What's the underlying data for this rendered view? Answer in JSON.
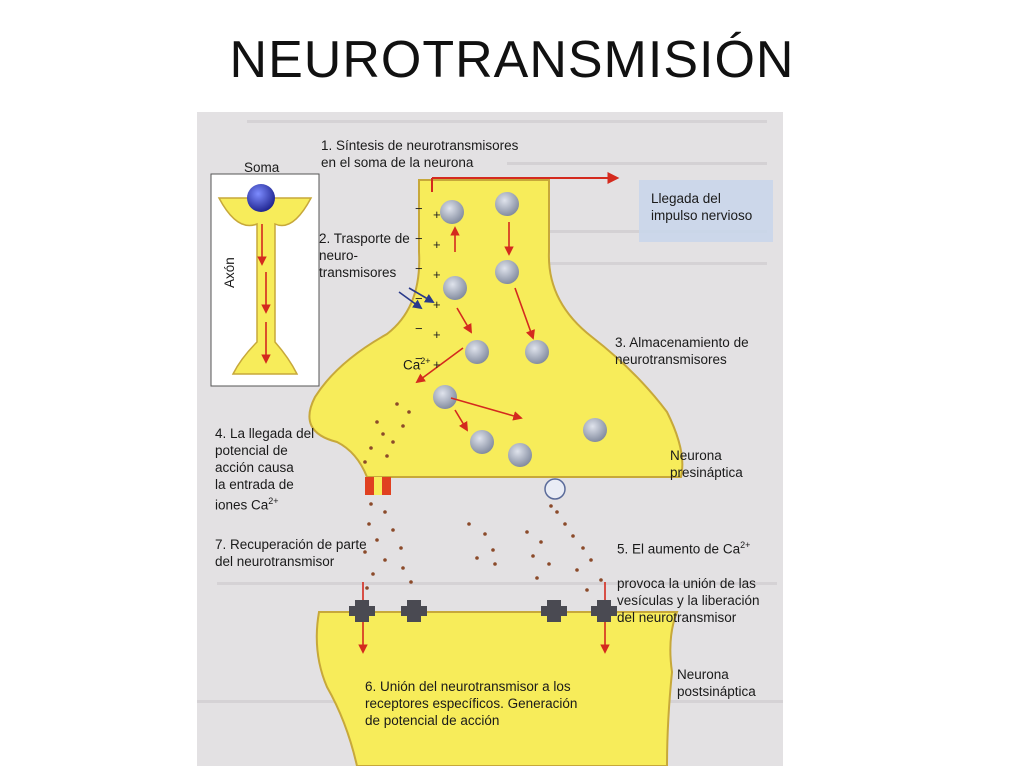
{
  "title": "NEUROTRANSMISIÓN",
  "labels": {
    "soma": "Soma",
    "axon": "Axón",
    "step1": "1. Síntesis de neurotransmisores\nen el soma de la neurona",
    "step2": "2. Trasporte de\nneuro-\ntransmisores",
    "impulse": "Llegada del\nimpulso nervioso",
    "ca": "Ca",
    "ca_sup": "2+",
    "step3": "3. Almacenamiento de\nneurotransmisores",
    "step4": "4. La llegada del\npotencial de\nacción causa\nla entrada de\niones Ca",
    "step4_sup": "2+",
    "presynaptic": "Neurona\npresináptica",
    "step5a": "5. El aumento de Ca",
    "step5_sup": "2+",
    "step5b": "provoca la unión de las\nvesículas y la liberación\ndel neurotransmisor",
    "step7": "7. Recuperación de parte\ndel neurotransmisor",
    "step6": "6. Unión del neurotransmisor a los\nreceptores específicos. Generación\nde potencial de acción",
    "postsynaptic": "Neurona\npostsináptica",
    "charges_minus": [
      "−",
      "−",
      "−",
      "−",
      "−",
      "−"
    ],
    "charges_plus": [
      "+",
      "+",
      "+",
      "+",
      "+",
      "+"
    ]
  },
  "colors": {
    "neuron_fill": "#f7ec5a",
    "neuron_stroke": "#c7a83a",
    "arrow": "#d42a1e",
    "vesicle": "#8a93a6",
    "receptor": "#4a4a52",
    "dots": "#8b4a2a",
    "background_panel": "#e3e1e3",
    "impulse_box": "#c9d6ea"
  }
}
